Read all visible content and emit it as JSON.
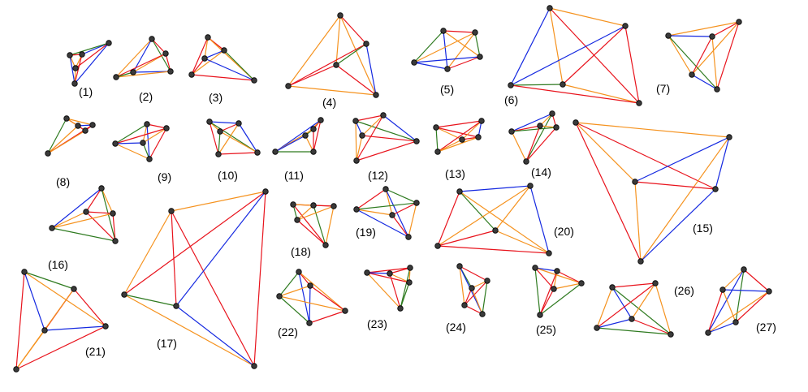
{
  "edge_colors": {
    "R": "#e8131c",
    "G": "#2e7a1f",
    "B": "#1428e0",
    "O": "#f5921e"
  },
  "node_color": "#3a3a3a",
  "figures": [
    {
      "label": "(1)",
      "edges": [
        [
          "A",
          "B",
          "B"
        ],
        [
          "A",
          "C",
          "G"
        ],
        [
          "A",
          "D",
          "R"
        ],
        [
          "A",
          "E",
          "B"
        ],
        [
          "B",
          "C",
          "R"
        ],
        [
          "B",
          "D",
          "O"
        ],
        [
          "B",
          "E",
          "R"
        ],
        [
          "C",
          "D",
          "O"
        ],
        [
          "C",
          "E",
          "B"
        ],
        [
          "D",
          "E",
          "O"
        ]
      ]
    },
    {
      "label": "(2)",
      "edges": [
        [
          "A",
          "B",
          "R"
        ],
        [
          "A",
          "C",
          "G"
        ],
        [
          "A",
          "D",
          "B"
        ],
        [
          "A",
          "E",
          "O"
        ],
        [
          "B",
          "C",
          "R"
        ],
        [
          "B",
          "D",
          "O"
        ],
        [
          "B",
          "E",
          "R"
        ],
        [
          "C",
          "D",
          "B"
        ],
        [
          "C",
          "E",
          "O"
        ],
        [
          "D",
          "E",
          "G"
        ]
      ]
    },
    {
      "label": "(3)",
      "edges": [
        [
          "A",
          "B",
          "R"
        ],
        [
          "A",
          "C",
          "O"
        ],
        [
          "A",
          "D",
          "R"
        ],
        [
          "A",
          "E",
          "O"
        ],
        [
          "B",
          "C",
          "B"
        ],
        [
          "B",
          "D",
          "O"
        ],
        [
          "B",
          "E",
          "G"
        ],
        [
          "C",
          "D",
          "R"
        ],
        [
          "C",
          "E",
          "B"
        ],
        [
          "D",
          "E",
          "R"
        ]
      ]
    },
    {
      "label": "(4)",
      "edges": [
        [
          "A",
          "B",
          "R"
        ],
        [
          "A",
          "C",
          "O"
        ],
        [
          "A",
          "D",
          "O"
        ],
        [
          "A",
          "E",
          "O"
        ],
        [
          "B",
          "C",
          "G"
        ],
        [
          "B",
          "D",
          "R"
        ],
        [
          "B",
          "E",
          "B"
        ],
        [
          "C",
          "D",
          "R"
        ],
        [
          "C",
          "E",
          "R"
        ],
        [
          "D",
          "E",
          "O"
        ]
      ]
    },
    {
      "label": "(5)",
      "edges": [
        [
          "A",
          "B",
          "R"
        ],
        [
          "A",
          "C",
          "O"
        ],
        [
          "A",
          "D",
          "G"
        ],
        [
          "A",
          "E",
          "B"
        ],
        [
          "B",
          "C",
          "G"
        ],
        [
          "B",
          "D",
          "O"
        ],
        [
          "B",
          "E",
          "O"
        ],
        [
          "C",
          "D",
          "B"
        ],
        [
          "C",
          "E",
          "R"
        ],
        [
          "D",
          "E",
          "B"
        ]
      ]
    },
    {
      "label": "(6)",
      "edges": [
        [
          "A",
          "B",
          "O"
        ],
        [
          "A",
          "C",
          "O"
        ],
        [
          "A",
          "D",
          "B"
        ],
        [
          "A",
          "E",
          "R"
        ],
        [
          "B",
          "C",
          "R"
        ],
        [
          "B",
          "D",
          "B"
        ],
        [
          "B",
          "E",
          "R"
        ],
        [
          "C",
          "D",
          "G"
        ],
        [
          "C",
          "E",
          "O"
        ],
        [
          "D",
          "E",
          "R"
        ]
      ]
    },
    {
      "label": "(7)",
      "edges": [
        [
          "A",
          "B",
          "O"
        ],
        [
          "A",
          "C",
          "R"
        ],
        [
          "A",
          "D",
          "O"
        ],
        [
          "A",
          "E",
          "R"
        ],
        [
          "B",
          "C",
          "B"
        ],
        [
          "B",
          "D",
          "O"
        ],
        [
          "B",
          "E",
          "G"
        ],
        [
          "C",
          "D",
          "R"
        ],
        [
          "C",
          "E",
          "O"
        ],
        [
          "D",
          "E",
          "B"
        ]
      ]
    },
    {
      "label": "(8)",
      "edges": [
        [
          "A",
          "B",
          "R"
        ],
        [
          "A",
          "C",
          "O"
        ],
        [
          "A",
          "D",
          "O"
        ],
        [
          "A",
          "E",
          "G"
        ],
        [
          "B",
          "C",
          "B"
        ],
        [
          "B",
          "D",
          "R"
        ],
        [
          "B",
          "E",
          "O"
        ],
        [
          "C",
          "D",
          "R"
        ],
        [
          "C",
          "E",
          "R"
        ],
        [
          "D",
          "E",
          "O"
        ]
      ]
    },
    {
      "label": "(9)",
      "edges": [
        [
          "A",
          "B",
          "R"
        ],
        [
          "A",
          "C",
          "G"
        ],
        [
          "A",
          "D",
          "O"
        ],
        [
          "A",
          "E",
          "B"
        ],
        [
          "B",
          "C",
          "R"
        ],
        [
          "B",
          "D",
          "O"
        ],
        [
          "B",
          "E",
          "R"
        ],
        [
          "C",
          "D",
          "B"
        ],
        [
          "C",
          "E",
          "O"
        ],
        [
          "D",
          "E",
          "G"
        ]
      ]
    },
    {
      "label": "(10)",
      "edges": [
        [
          "A",
          "B",
          "B"
        ],
        [
          "A",
          "C",
          "O"
        ],
        [
          "A",
          "D",
          "R"
        ],
        [
          "A",
          "E",
          "G"
        ],
        [
          "B",
          "C",
          "R"
        ],
        [
          "B",
          "D",
          "O"
        ],
        [
          "B",
          "E",
          "B"
        ],
        [
          "C",
          "D",
          "G"
        ],
        [
          "C",
          "E",
          "O"
        ],
        [
          "D",
          "E",
          "R"
        ]
      ]
    },
    {
      "label": "(11)",
      "edges": [
        [
          "A",
          "B",
          "R"
        ],
        [
          "A",
          "C",
          "O"
        ],
        [
          "A",
          "D",
          "B"
        ],
        [
          "A",
          "E",
          "R"
        ],
        [
          "B",
          "C",
          "G"
        ],
        [
          "B",
          "D",
          "O"
        ],
        [
          "B",
          "E",
          "R"
        ],
        [
          "C",
          "D",
          "B"
        ],
        [
          "C",
          "E",
          "O"
        ],
        [
          "D",
          "E",
          "G"
        ]
      ]
    },
    {
      "label": "(12)",
      "edges": [
        [
          "A",
          "B",
          "R"
        ],
        [
          "A",
          "C",
          "B"
        ],
        [
          "A",
          "D",
          "O"
        ],
        [
          "A",
          "E",
          "G"
        ],
        [
          "B",
          "C",
          "O"
        ],
        [
          "B",
          "D",
          "R"
        ],
        [
          "B",
          "E",
          "B"
        ],
        [
          "C",
          "D",
          "O"
        ],
        [
          "C",
          "E",
          "R"
        ],
        [
          "D",
          "E",
          "R"
        ]
      ]
    },
    {
      "label": "(13)",
      "edges": [
        [
          "A",
          "B",
          "R"
        ],
        [
          "A",
          "C",
          "O"
        ],
        [
          "A",
          "D",
          "G"
        ],
        [
          "A",
          "E",
          "R"
        ],
        [
          "B",
          "C",
          "O"
        ],
        [
          "B",
          "D",
          "R"
        ],
        [
          "B",
          "E",
          "B"
        ],
        [
          "C",
          "D",
          "O"
        ],
        [
          "C",
          "E",
          "R"
        ],
        [
          "D",
          "E",
          "O"
        ]
      ]
    },
    {
      "label": "(14)",
      "edges": [
        [
          "A",
          "B",
          "B"
        ],
        [
          "A",
          "C",
          "O"
        ],
        [
          "A",
          "D",
          "G"
        ],
        [
          "A",
          "E",
          "R"
        ],
        [
          "B",
          "C",
          "R"
        ],
        [
          "B",
          "D",
          "O"
        ],
        [
          "B",
          "E",
          "G"
        ],
        [
          "C",
          "D",
          "R"
        ],
        [
          "C",
          "E",
          "O"
        ],
        [
          "D",
          "E",
          "R"
        ]
      ]
    },
    {
      "label": "(15)",
      "edges": [
        [
          "A",
          "B",
          "O"
        ],
        [
          "A",
          "C",
          "O"
        ],
        [
          "A",
          "D",
          "R"
        ],
        [
          "A",
          "E",
          "R"
        ],
        [
          "B",
          "C",
          "B"
        ],
        [
          "B",
          "D",
          "B"
        ],
        [
          "B",
          "E",
          "O"
        ],
        [
          "C",
          "D",
          "R"
        ],
        [
          "C",
          "E",
          "O"
        ],
        [
          "D",
          "E",
          "B"
        ]
      ]
    },
    {
      "label": "(16)",
      "edges": [
        [
          "A",
          "B",
          "R"
        ],
        [
          "A",
          "C",
          "B"
        ],
        [
          "A",
          "D",
          "O"
        ],
        [
          "A",
          "E",
          "G"
        ],
        [
          "B",
          "C",
          "O"
        ],
        [
          "B",
          "D",
          "R"
        ],
        [
          "B",
          "E",
          "R"
        ],
        [
          "C",
          "D",
          "O"
        ],
        [
          "C",
          "E",
          "G"
        ],
        [
          "D",
          "E",
          "R"
        ]
      ]
    },
    {
      "label": "(17)",
      "edges": [
        [
          "A",
          "B",
          "O"
        ],
        [
          "A",
          "C",
          "O"
        ],
        [
          "A",
          "D",
          "R"
        ],
        [
          "A",
          "E",
          "R"
        ],
        [
          "B",
          "C",
          "R"
        ],
        [
          "B",
          "D",
          "B"
        ],
        [
          "B",
          "E",
          "R"
        ],
        [
          "C",
          "D",
          "G"
        ],
        [
          "C",
          "E",
          "O"
        ],
        [
          "D",
          "E",
          "B"
        ]
      ]
    },
    {
      "label": "(18)",
      "edges": [
        [
          "A",
          "B",
          "R"
        ],
        [
          "A",
          "C",
          "G"
        ],
        [
          "A",
          "D",
          "O"
        ],
        [
          "A",
          "E",
          "R"
        ],
        [
          "B",
          "C",
          "O"
        ],
        [
          "B",
          "D",
          "R"
        ],
        [
          "B",
          "E",
          "G"
        ],
        [
          "C",
          "D",
          "O"
        ],
        [
          "C",
          "E",
          "R"
        ],
        [
          "D",
          "E",
          "O"
        ]
      ]
    },
    {
      "label": "(19)",
      "edges": [
        [
          "A",
          "B",
          "O"
        ],
        [
          "A",
          "C",
          "R"
        ],
        [
          "A",
          "D",
          "G"
        ],
        [
          "A",
          "E",
          "B"
        ],
        [
          "B",
          "C",
          "O"
        ],
        [
          "B",
          "D",
          "R"
        ],
        [
          "B",
          "E",
          "R"
        ],
        [
          "C",
          "D",
          "G"
        ],
        [
          "C",
          "E",
          "B"
        ],
        [
          "D",
          "E",
          "O"
        ]
      ]
    },
    {
      "label": "(20)",
      "edges": [
        [
          "A",
          "B",
          "B"
        ],
        [
          "A",
          "C",
          "G"
        ],
        [
          "A",
          "D",
          "R"
        ],
        [
          "A",
          "E",
          "O"
        ],
        [
          "B",
          "C",
          "O"
        ],
        [
          "B",
          "D",
          "O"
        ],
        [
          "B",
          "E",
          "B"
        ],
        [
          "C",
          "D",
          "R"
        ],
        [
          "C",
          "E",
          "O"
        ],
        [
          "D",
          "E",
          "R"
        ]
      ]
    },
    {
      "label": "(21)",
      "edges": [
        [
          "A",
          "B",
          "G"
        ],
        [
          "A",
          "C",
          "B"
        ],
        [
          "A",
          "D",
          "O"
        ],
        [
          "A",
          "E",
          "R"
        ],
        [
          "B",
          "C",
          "R"
        ],
        [
          "B",
          "D",
          "R"
        ],
        [
          "B",
          "E",
          "O"
        ],
        [
          "C",
          "D",
          "B"
        ],
        [
          "C",
          "E",
          "O"
        ],
        [
          "D",
          "E",
          "R"
        ]
      ]
    },
    {
      "label": "(22)",
      "edges": [
        [
          "A",
          "B",
          "R"
        ],
        [
          "A",
          "C",
          "G"
        ],
        [
          "A",
          "D",
          "O"
        ],
        [
          "A",
          "E",
          "B"
        ],
        [
          "B",
          "C",
          "O"
        ],
        [
          "B",
          "D",
          "R"
        ],
        [
          "B",
          "E",
          "B"
        ],
        [
          "C",
          "D",
          "O"
        ],
        [
          "C",
          "E",
          "G"
        ],
        [
          "D",
          "E",
          "R"
        ]
      ]
    },
    {
      "label": "(23)",
      "edges": [
        [
          "A",
          "B",
          "R"
        ],
        [
          "A",
          "C",
          "G"
        ],
        [
          "A",
          "D",
          "O"
        ],
        [
          "A",
          "E",
          "R"
        ],
        [
          "B",
          "C",
          "O"
        ],
        [
          "B",
          "D",
          "R"
        ],
        [
          "B",
          "E",
          "B"
        ],
        [
          "C",
          "D",
          "G"
        ],
        [
          "C",
          "E",
          "R"
        ],
        [
          "D",
          "E",
          "O"
        ]
      ]
    },
    {
      "label": "(24)",
      "edges": [
        [
          "A",
          "B",
          "R"
        ],
        [
          "A",
          "C",
          "G"
        ],
        [
          "A",
          "D",
          "O"
        ],
        [
          "A",
          "E",
          "B"
        ],
        [
          "B",
          "C",
          "O"
        ],
        [
          "B",
          "D",
          "R"
        ],
        [
          "B",
          "E",
          "G"
        ],
        [
          "C",
          "D",
          "R"
        ],
        [
          "C",
          "E",
          "O"
        ],
        [
          "D",
          "E",
          "R"
        ]
      ]
    },
    {
      "label": "(25)",
      "edges": [
        [
          "A",
          "B",
          "B"
        ],
        [
          "A",
          "C",
          "R"
        ],
        [
          "A",
          "D",
          "O"
        ],
        [
          "A",
          "E",
          "G"
        ],
        [
          "B",
          "C",
          "O"
        ],
        [
          "B",
          "D",
          "R"
        ],
        [
          "B",
          "E",
          "R"
        ],
        [
          "C",
          "D",
          "O"
        ],
        [
          "C",
          "E",
          "R"
        ],
        [
          "D",
          "E",
          "G"
        ]
      ]
    },
    {
      "label": "(26)",
      "edges": [
        [
          "A",
          "B",
          "R"
        ],
        [
          "A",
          "C",
          "B"
        ],
        [
          "A",
          "D",
          "O"
        ],
        [
          "A",
          "E",
          "G"
        ],
        [
          "B",
          "C",
          "O"
        ],
        [
          "B",
          "D",
          "R"
        ],
        [
          "B",
          "E",
          "O"
        ],
        [
          "C",
          "D",
          "B"
        ],
        [
          "C",
          "E",
          "R"
        ],
        [
          "D",
          "E",
          "G"
        ]
      ]
    },
    {
      "label": "(27)",
      "edges": [
        [
          "A",
          "B",
          "O"
        ],
        [
          "A",
          "C",
          "R"
        ],
        [
          "A",
          "D",
          "G"
        ],
        [
          "A",
          "E",
          "B"
        ],
        [
          "B",
          "C",
          "B"
        ],
        [
          "B",
          "D",
          "O"
        ],
        [
          "B",
          "E",
          "R"
        ],
        [
          "C",
          "D",
          "R"
        ],
        [
          "C",
          "E",
          "O"
        ],
        [
          "D",
          "E",
          "B"
        ]
      ]
    }
  ]
}
